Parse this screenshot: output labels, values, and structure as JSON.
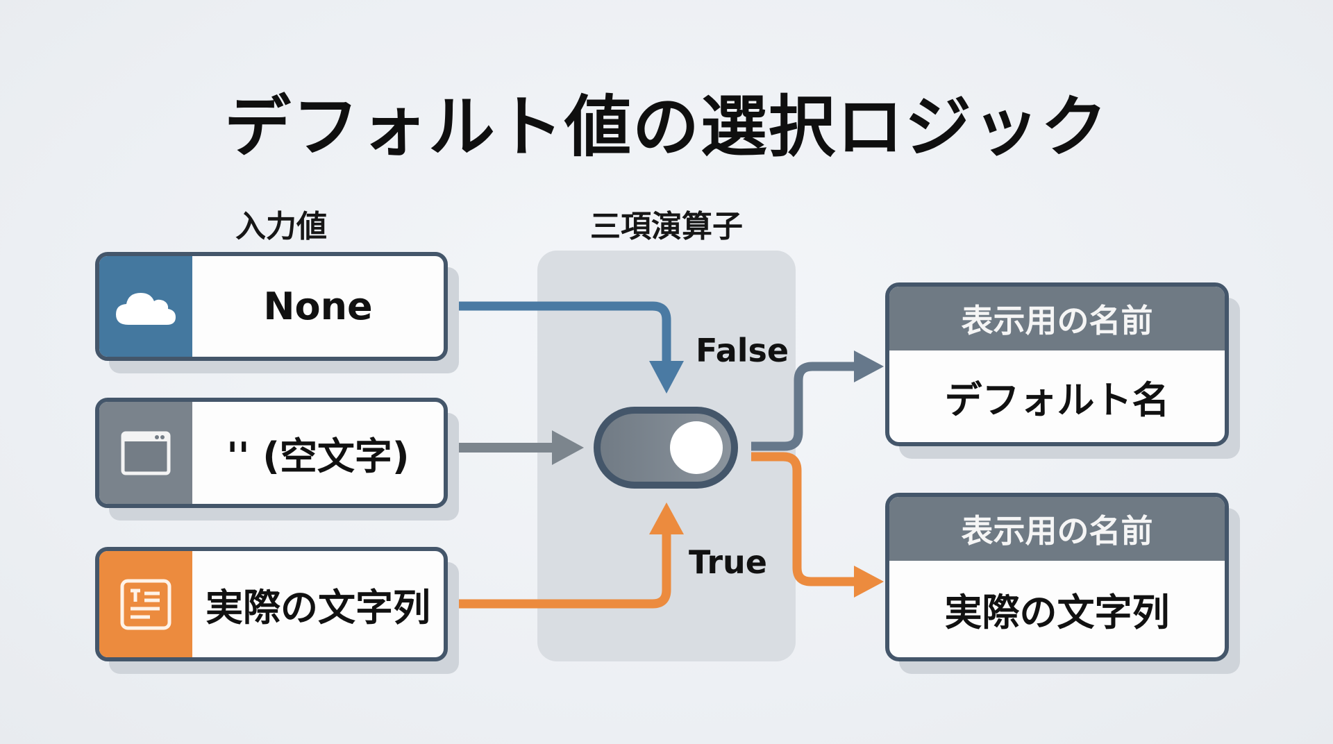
{
  "title": "デフォルト値の選択ロジック",
  "columns": {
    "inputs": "入力値",
    "operator": "三項演算子"
  },
  "inputs": [
    {
      "label": "None",
      "icon": "cloud-icon",
      "color": "#44789f"
    },
    {
      "label": "'' (空文字)",
      "icon": "window-icon",
      "color": "#7a838c"
    },
    {
      "label": "実際の文字列",
      "icon": "text-document-icon",
      "color": "#ec8b3e"
    }
  ],
  "operator": {
    "icon": "toggle-switch-icon",
    "false_label": "False",
    "true_label": "True"
  },
  "outputs": [
    {
      "header": "表示用の名前",
      "value": "デフォルト名",
      "branch": "False"
    },
    {
      "header": "表示用の名前",
      "value": "実際の文字列",
      "branch": "True"
    }
  ],
  "colors": {
    "false_path": "#4a7aa3",
    "empty_path": "#7c858d",
    "true_path": "#ec8b3e",
    "out_false_path": "#66788b",
    "border": "#44566a",
    "header": "#6f7a84"
  }
}
